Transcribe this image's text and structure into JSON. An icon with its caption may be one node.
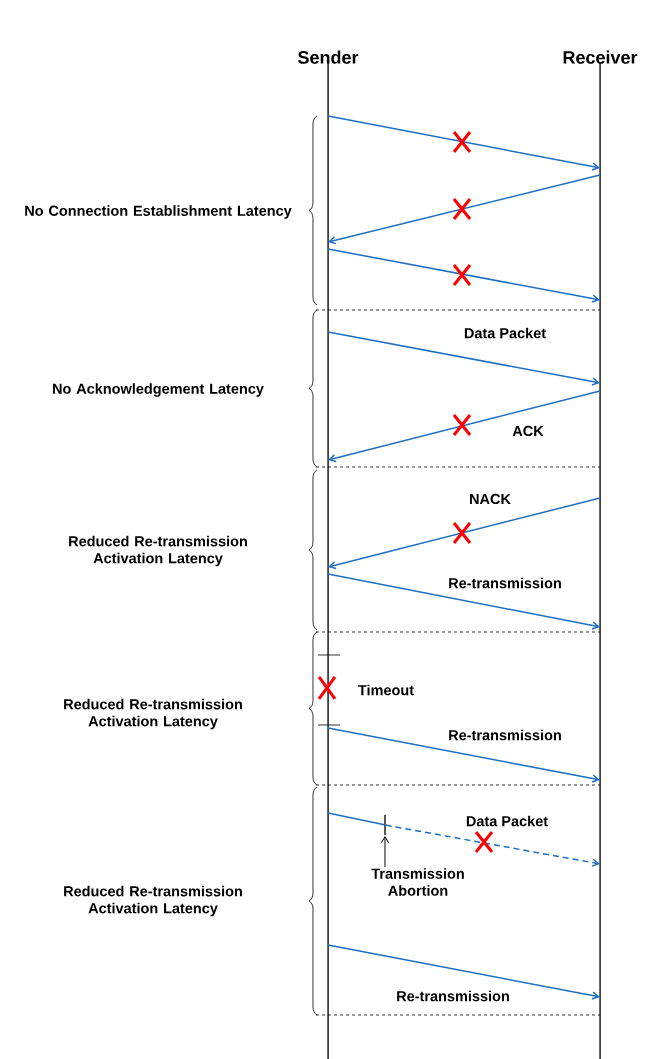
{
  "diagram": {
    "nodes": [
      {
        "text": [
          "Sender"
        ]
      },
      {
        "text": [
          "Receiver"
        ]
      },
      {
        "text": [],
        "shape": "bar"
      },
      {
        "text": [
          "Transmission Abortion"
        ]
      }
    ],
    "edges": [
      {
        "from": 0,
        "to": 1,
        "arrow": "to"
      },
      {
        "from": 1,
        "to": 0,
        "arrow": "to"
      },
      {
        "from": 0,
        "to": 1,
        "arrow": "to"
      },
      {
        "from": 0,
        "to": 1,
        "arrow": "to",
        "label": "Data Packet"
      },
      {
        "from": 1,
        "to": 0,
        "arrow": "to",
        "label": "ACK"
      },
      {
        "from": 1,
        "to": 0,
        "arrow": "to",
        "label": "NACK"
      },
      {
        "from": 0,
        "to": 1,
        "arrow": "to",
        "label": "Re-transmission"
      },
      {
        "from": 0,
        "to": 1,
        "arrow": "to",
        "label": "Re-transmission"
      },
      {
        "from": 0,
        "to": 2,
        "arrow": "none"
      },
      {
        "from": 2,
        "to": 1,
        "arrow": "to",
        "style": "dashed",
        "label": "Data Packet"
      },
      {
        "from": 3,
        "to": 2,
        "arrow": "to",
        "color": "#000000"
      },
      {
        "from": 0,
        "to": 1,
        "arrow": "to",
        "label": "Re-transmission"
      }
    ],
    "labels": [
      "No Connection Establishment Latency",
      "No Acknowledgement Latency",
      "Reduced Re-transmission Activation Latency",
      "Timeout",
      "Reduced Re-transmission Activation Latency",
      "Reduced Re-transmission Activation Latency"
    ]
  }
}
